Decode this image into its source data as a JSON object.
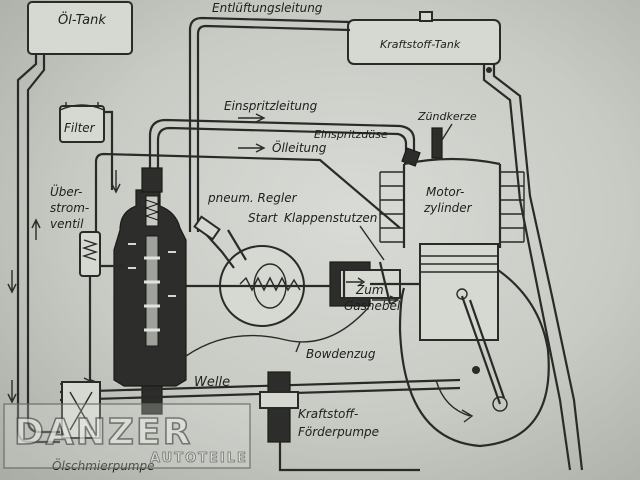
{
  "labels": {
    "oil_tank": "Öl-Tank",
    "vent_line": "Entlüftungsleitung",
    "fuel_tank": "Kraftstoff-Tank",
    "filter": "Filter",
    "injection_line": "Einspritzleitung",
    "spark_plug": "Zündkerze",
    "injection_nozzle": "Einspritzdüse",
    "oil_line": "Ölleitung",
    "overflow_valve_1": "Über-",
    "overflow_valve_2": "strom-",
    "overflow_valve_3": "ventil",
    "pneumatic_regulator": "pneum. Regler",
    "start": "Start",
    "throttle_nozzle": "Klappenstutzen",
    "engine_cylinder_1": "Motor-",
    "engine_cylinder_2": "zylinder",
    "to_1": "Zum",
    "to_2": "Gashebel",
    "bowden_cable": "Bowdenzug",
    "shaft": "Welle",
    "fuel_pump_1": "Kraftstoff-",
    "fuel_pump_2": "Förderpumpe",
    "oil_pump": "Ölschmierpumpe"
  },
  "watermark": {
    "brand": "DANZER",
    "sub": "AUTOTEILE"
  },
  "colors": {
    "paper": "#c8cac4",
    "ink": "#2a2b28"
  }
}
